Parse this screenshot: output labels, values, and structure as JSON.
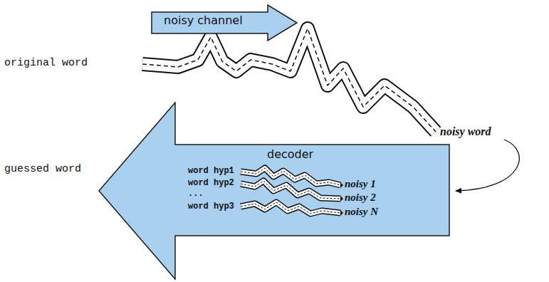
{
  "diagram": {
    "nodes": [
      {
        "text": [
          "noisy channel"
        ]
      },
      {
        "text": [
          "decoder"
        ]
      }
    ],
    "labels": [
      "original word",
      "noisy word",
      "guessed word",
      "word hyp1",
      "word hyp2",
      "...",
      "word hyp3",
      "noisy 1",
      "noisy 2",
      "noisy N"
    ]
  }
}
